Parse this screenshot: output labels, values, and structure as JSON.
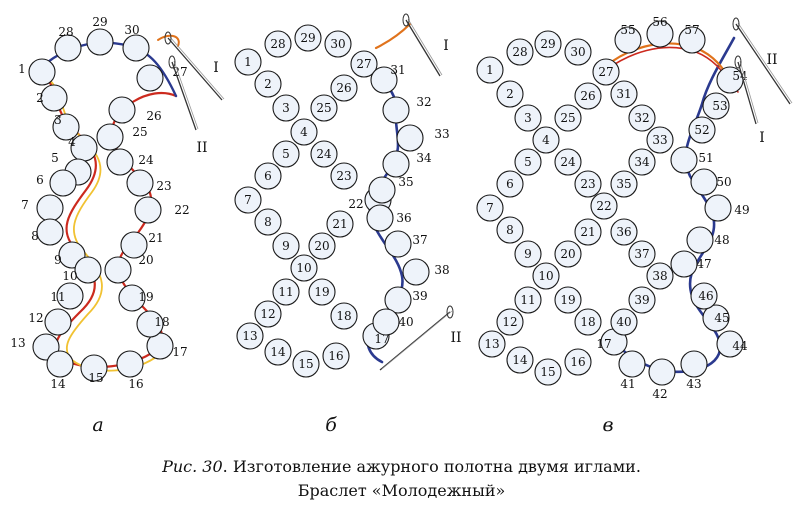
{
  "diagrams": [
    {
      "label": "а",
      "thread_labels": [
        "I",
        "II"
      ],
      "beads": [
        "1",
        "2",
        "3",
        "4",
        "5",
        "6",
        "7",
        "8",
        "9",
        "10",
        "11",
        "12",
        "13",
        "14",
        "15",
        "16",
        "17",
        "18",
        "19",
        "20",
        "21",
        "22",
        "23",
        "24",
        "25",
        "26",
        "27",
        "28",
        "29",
        "30"
      ]
    },
    {
      "label": "б",
      "thread_labels": [
        "I",
        "II"
      ],
      "beads": [
        "1",
        "2",
        "3",
        "4",
        "5",
        "6",
        "7",
        "8",
        "9",
        "10",
        "11",
        "12",
        "13",
        "14",
        "15",
        "16",
        "17",
        "18",
        "19",
        "20",
        "21",
        "22",
        "23",
        "24",
        "25",
        "26",
        "27",
        "28",
        "29",
        "30",
        "31",
        "32",
        "33",
        "34",
        "35",
        "36",
        "37",
        "38",
        "39",
        "40"
      ]
    },
    {
      "label": "в",
      "thread_labels": [
        "II",
        "I"
      ],
      "beads": [
        "1",
        "2",
        "3",
        "4",
        "5",
        "6",
        "7",
        "8",
        "9",
        "10",
        "11",
        "12",
        "13",
        "14",
        "15",
        "16",
        "17",
        "18",
        "19",
        "20",
        "21",
        "22",
        "23",
        "24",
        "25",
        "26",
        "27",
        "28",
        "29",
        "30",
        "31",
        "32",
        "33",
        "34",
        "35",
        "36",
        "37",
        "38",
        "39",
        "40",
        "41",
        "42",
        "43",
        "44",
        "45",
        "46",
        "47",
        "48",
        "49",
        "50",
        "51",
        "52",
        "53",
        "54",
        "55",
        "56",
        "57"
      ]
    }
  ],
  "caption": {
    "prefix": "Рис. 30",
    "line1": ". Изготовление ажурного полотна двумя иглами.",
    "line2": "Браслет «Молодежный»"
  },
  "colors": {
    "bead_fill": "#eef3fa",
    "bead_stroke": "#1a1a1a",
    "thread_blue": "#2b3a8f",
    "thread_orange": "#e0731c",
    "thread_red": "#cc2a1e",
    "thread_yellow": "#f1c232",
    "text": "#111111"
  }
}
